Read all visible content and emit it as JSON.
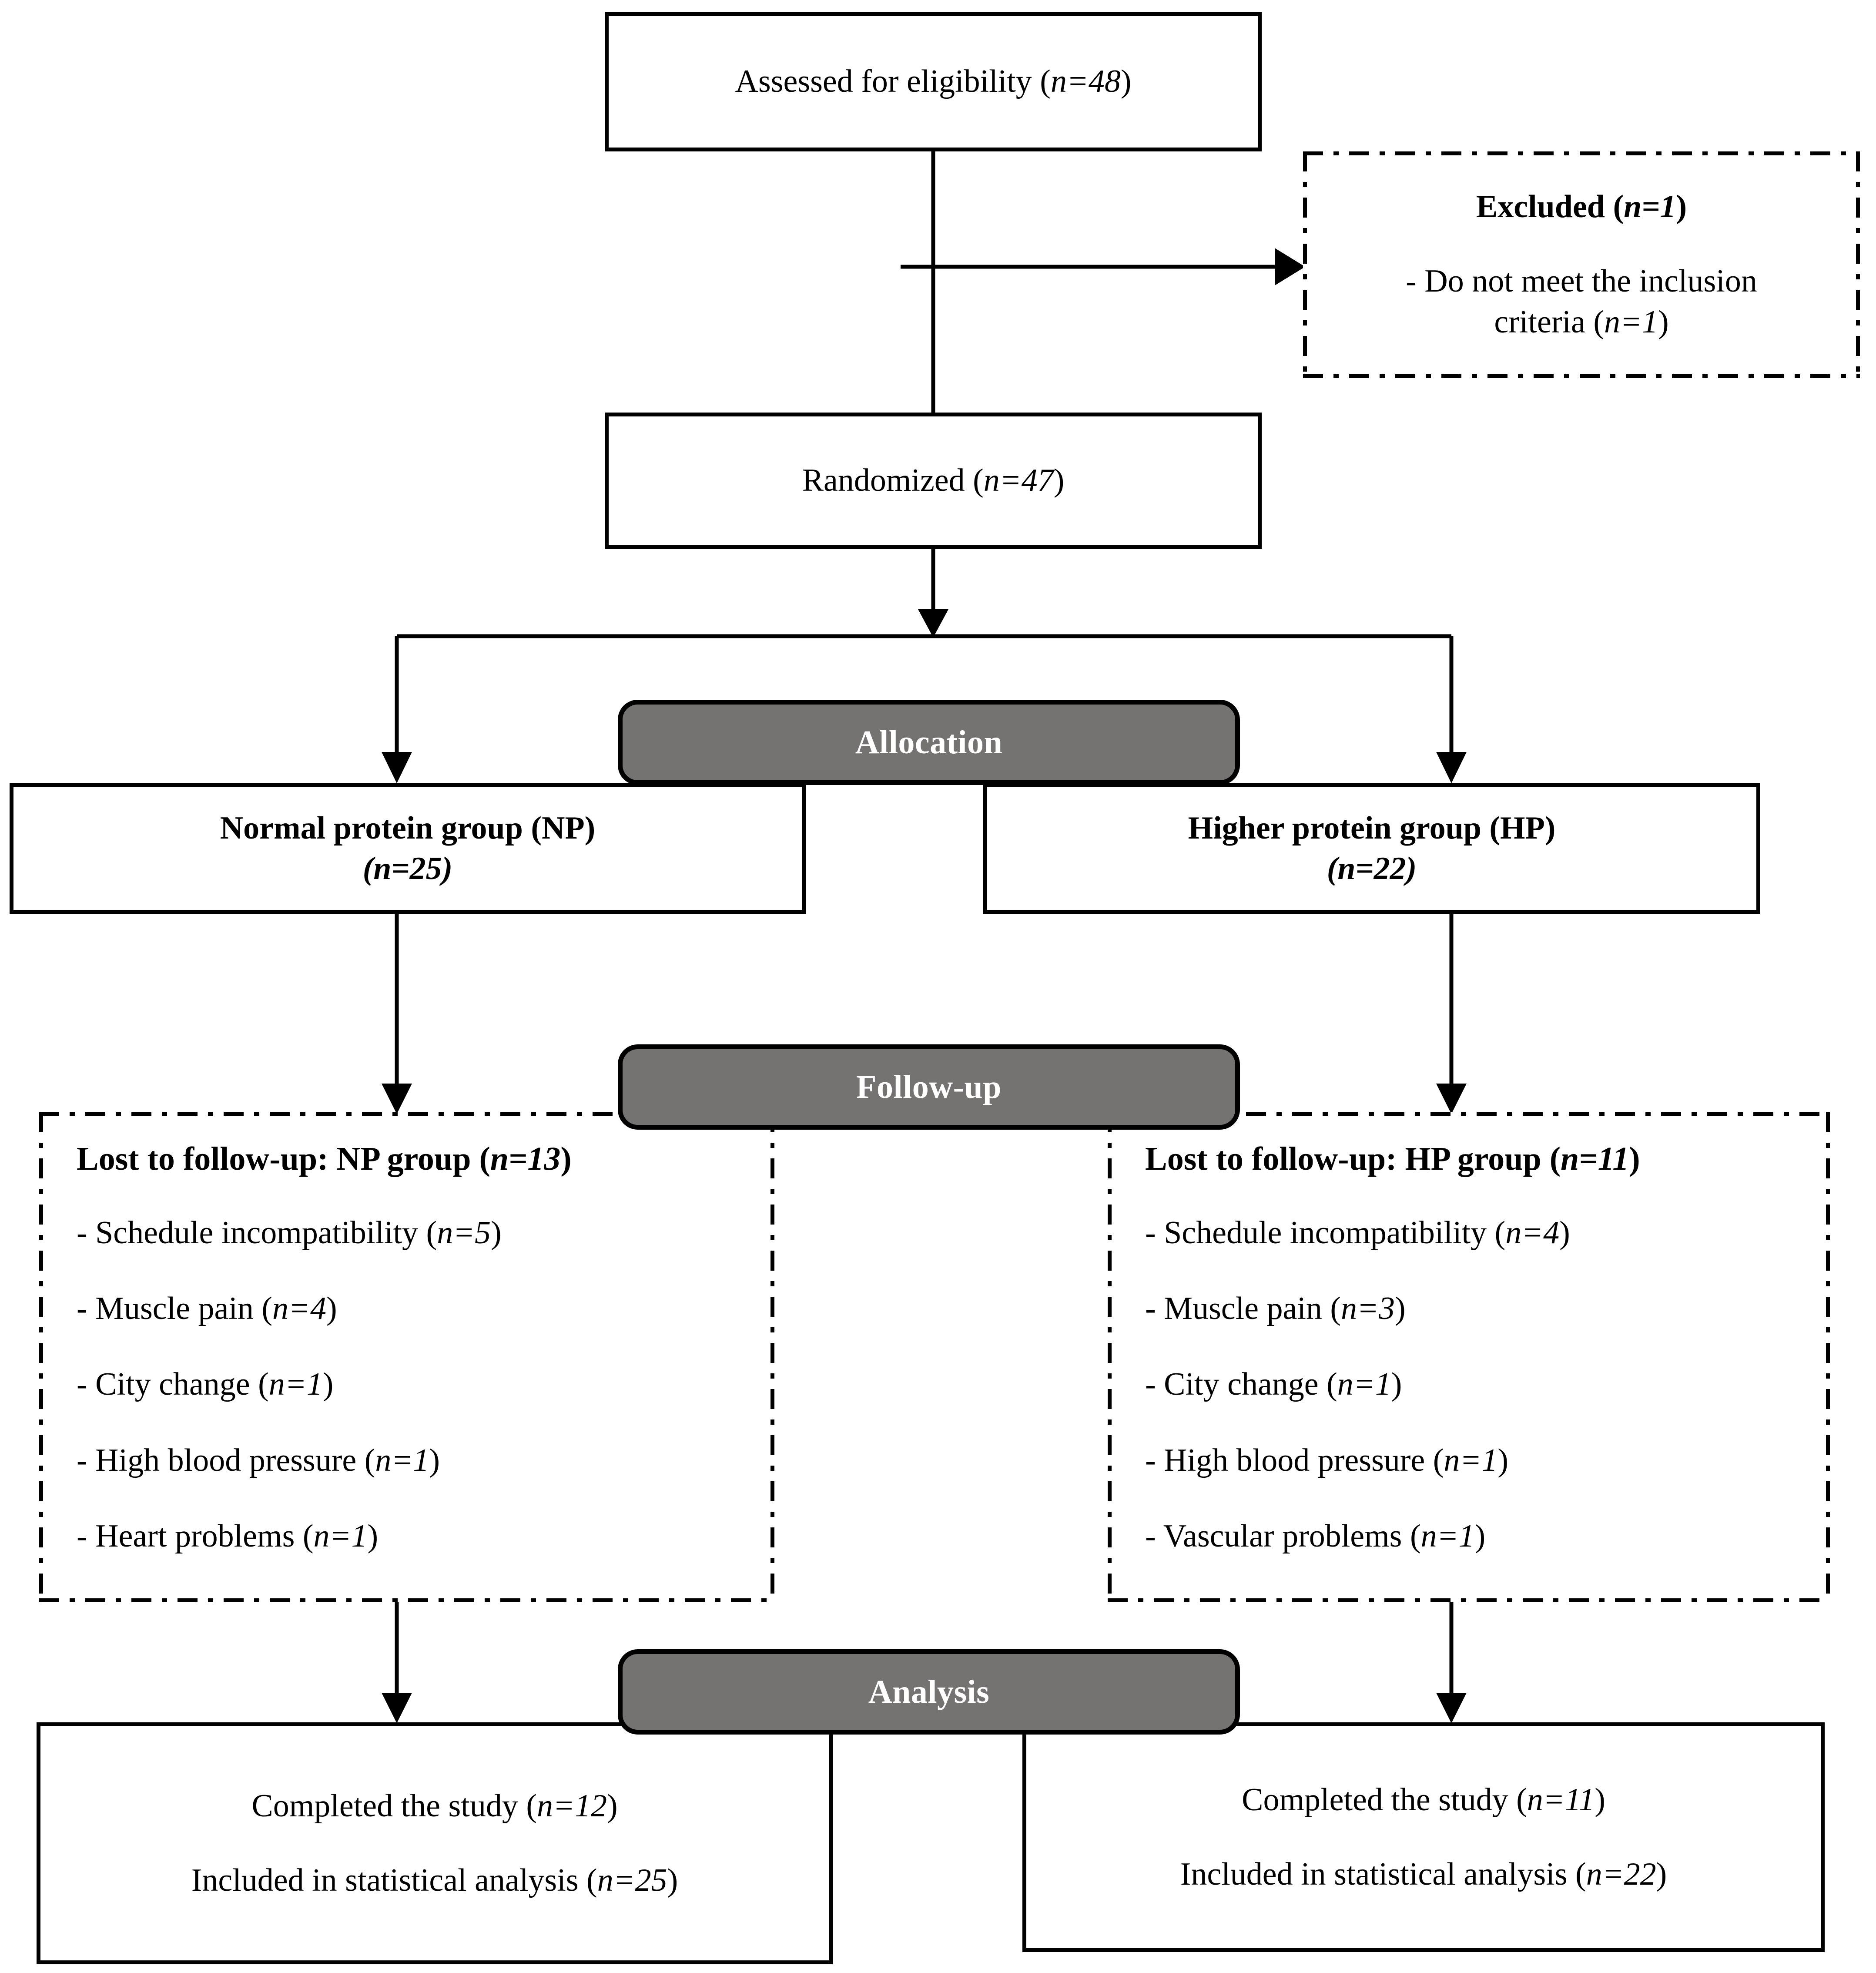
{
  "diagram": {
    "type": "consort-flow-diagram",
    "accent_gray": "#757272",
    "line_color": "#000000",
    "background": "#ffffff"
  },
  "nodes": {
    "eligibility": {
      "text": "Assessed for eligibility (",
      "n": "n=48",
      "close": ")"
    },
    "excluded": {
      "title": "Excluded (",
      "title_n": "n=1",
      "title_close": ")",
      "reason": "- Do not meet the inclusion",
      "reason2": "criteria (",
      "reason_n": "n=1",
      "reason_close": ")"
    },
    "randomized": {
      "text": "Randomized (",
      "n": "n=47",
      "close": ")"
    },
    "np_group": {
      "title": "Normal protein group (NP)",
      "n": "(n=25)"
    },
    "hp_group": {
      "title": "Higher protein group (HP)",
      "n": "(n=22)"
    },
    "np_lost": {
      "header": "Lost to follow-up: NP group (",
      "header_n": "n=13",
      "header_close": ")",
      "items": [
        {
          "label": "- Schedule incompatibility (",
          "n": "n=5",
          "close": ")"
        },
        {
          "label": "- Muscle pain (",
          "n": "n=4",
          "close": ")"
        },
        {
          "label": "- City change (",
          "n": "n=1",
          "close": ")"
        },
        {
          "label": "- High blood pressure (",
          "n": "n=1",
          "close": ")"
        },
        {
          "label": "- Heart problems (",
          "n": "n=1",
          "close": ")"
        }
      ]
    },
    "hp_lost": {
      "header": "Lost to follow-up: HP group (",
      "header_n": "n=11",
      "header_close": ")",
      "items": [
        {
          "label": "- Schedule incompatibility (",
          "n": "n=4",
          "close": ")"
        },
        {
          "label": "- Muscle pain (",
          "n": "n=3",
          "close": ")"
        },
        {
          "label": "- City change (",
          "n": "n=1",
          "close": ")"
        },
        {
          "label": "- High blood pressure (",
          "n": "n=1",
          "close": ")"
        },
        {
          "label": "- Vascular problems (",
          "n": "n=1",
          "close": ")"
        }
      ]
    },
    "np_analysis": {
      "line1": "Completed the study (",
      "line1_n": "n=12",
      "line1_close": ")",
      "line2": "Included in statistical analysis (",
      "line2_n": "n=25",
      "line2_close": ")"
    },
    "hp_analysis": {
      "line1": "Completed the study (",
      "line1_n": "n=11",
      "line1_close": ")",
      "line2": "Included in statistical analysis (",
      "line2_n": "n=22",
      "line2_close": ")"
    }
  },
  "bands": {
    "allocation": "Allocation",
    "followup": "Follow-up",
    "analysis": "Analysis"
  }
}
